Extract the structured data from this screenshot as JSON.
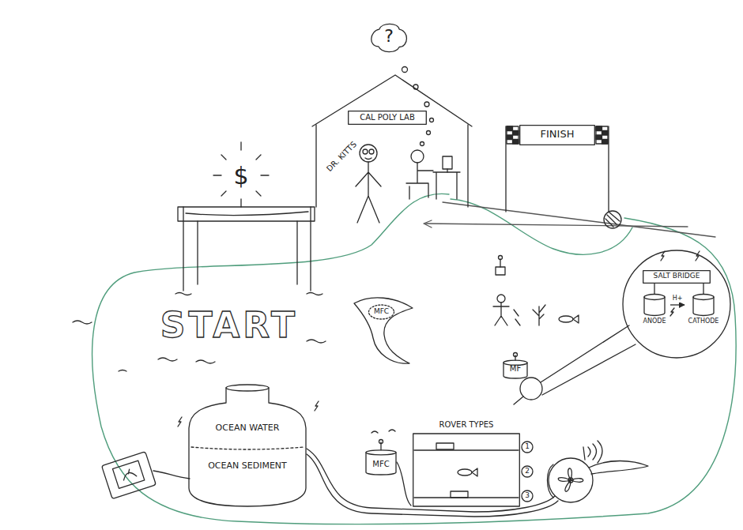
{
  "diagram": {
    "nodes": [
      {
        "text": [
          "?"
        ]
      },
      {
        "text": [
          "CAL POLY LAB"
        ]
      },
      {
        "text": [
          "FINISH"
        ]
      },
      {
        "text": [
          "MFC"
        ]
      },
      {
        "text": [
          "MF"
        ]
      },
      {
        "text": [
          "SALT BRIDGE"
        ]
      },
      {
        "text": [
          "ANODE"
        ]
      },
      {
        "text": [
          "CATHODE"
        ]
      },
      {
        "text": [
          "OCEAN WATER",
          "OCEAN SEDIMENT"
        ]
      },
      {
        "text": [
          "MFC"
        ]
      },
      {
        "text": [
          "ROVER TYPES"
        ]
      }
    ],
    "edges": [
      {
        "from": 5,
        "to": 6,
        "arrow": "none"
      },
      {
        "from": 5,
        "to": 7,
        "arrow": "none"
      },
      {
        "from": 6,
        "to": 7,
        "label": "H+",
        "arrow": "to"
      }
    ],
    "labels": [
      "DR. KITTS",
      "$",
      "START",
      "1",
      "2",
      "3"
    ]
  }
}
